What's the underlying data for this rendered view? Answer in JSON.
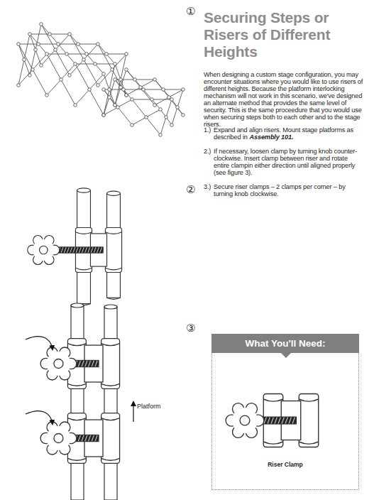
{
  "diagram": {
    "title": "Securing Steps or Risers of Different Heights",
    "nodes": [
      {
        "text": [
          "What You'll Need:",
          "Riser Clamp"
        ]
      }
    ],
    "labels": [
      "①",
      "When designing a custom stage configuration, you may encounter situations where you would like to use risers of different heights. Because the platform interlocking mechanism will not work in this scenario, we've designed an alternate method that provides the same level of security. This is the same proceedure that you would use when securing steps both to each other and to the stage risers.",
      "1.)",
      "Expand and align risers. Mount stage platforms as described in",
      "Assembly 101.",
      "②",
      "2.)",
      "If necessary, loosen clamp by turning knob counter-clockwise. Insert clamp between riser and rotate entire clampin either direction until aligned properly (see figure 3).",
      "3.)",
      "Secure riser clamps – 2 clamps per corner – by turning knob clockwise.",
      "③",
      "Platform"
    ]
  }
}
